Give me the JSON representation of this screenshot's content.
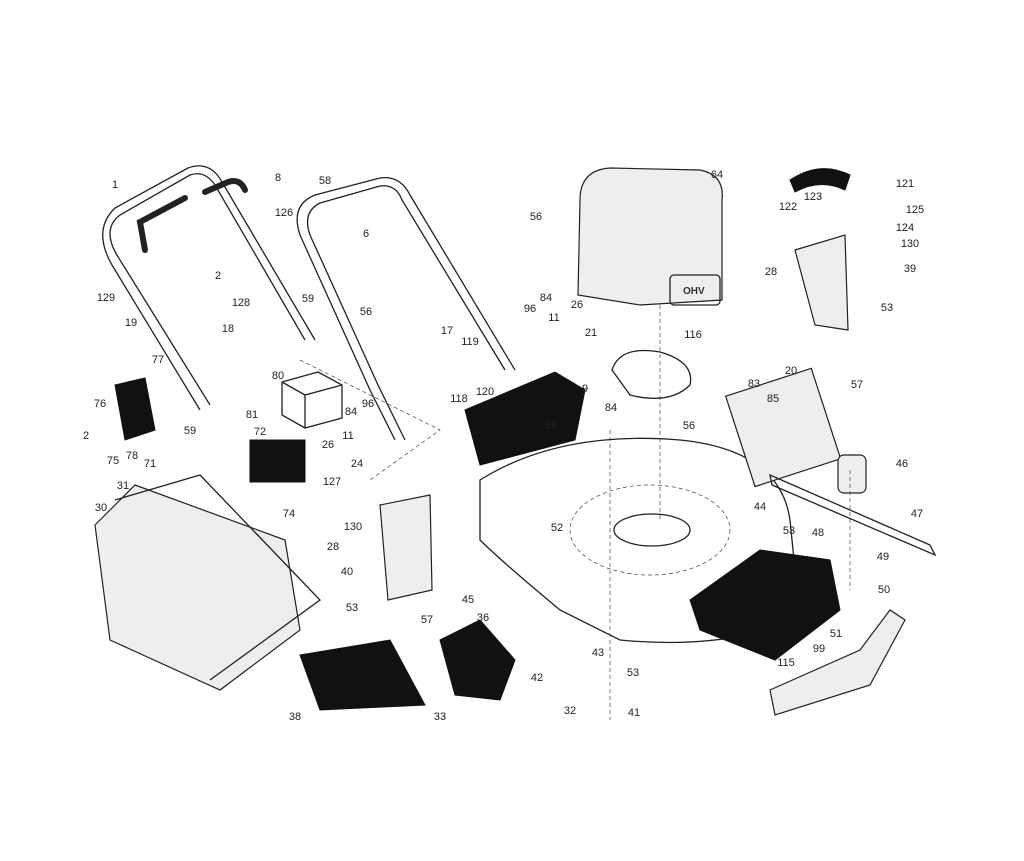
{
  "diagram": {
    "title": "Lawn mower exploded parts diagram",
    "engine_badge": "OHV",
    "callouts": [
      "1",
      "8",
      "58",
      "126",
      "2",
      "6",
      "56",
      "64",
      "121",
      "123",
      "125",
      "122",
      "124",
      "130",
      "39",
      "28",
      "53",
      "57",
      "129",
      "128",
      "59",
      "18",
      "19",
      "56",
      "17",
      "84",
      "96",
      "26",
      "11",
      "21",
      "116",
      "77",
      "80",
      "119",
      "120",
      "118",
      "9",
      "83",
      "85",
      "20",
      "76",
      "81",
      "84",
      "96",
      "59",
      "72",
      "2",
      "75",
      "78",
      "71",
      "11",
      "26",
      "24",
      "84",
      "56",
      "56",
      "46",
      "127",
      "74",
      "31",
      "30",
      "44",
      "47",
      "130",
      "52",
      "53",
      "48",
      "49",
      "28",
      "40",
      "50",
      "45",
      "36",
      "53",
      "57",
      "51",
      "43",
      "42",
      "99",
      "115",
      "53",
      "38",
      "33",
      "32",
      "41"
    ]
  }
}
